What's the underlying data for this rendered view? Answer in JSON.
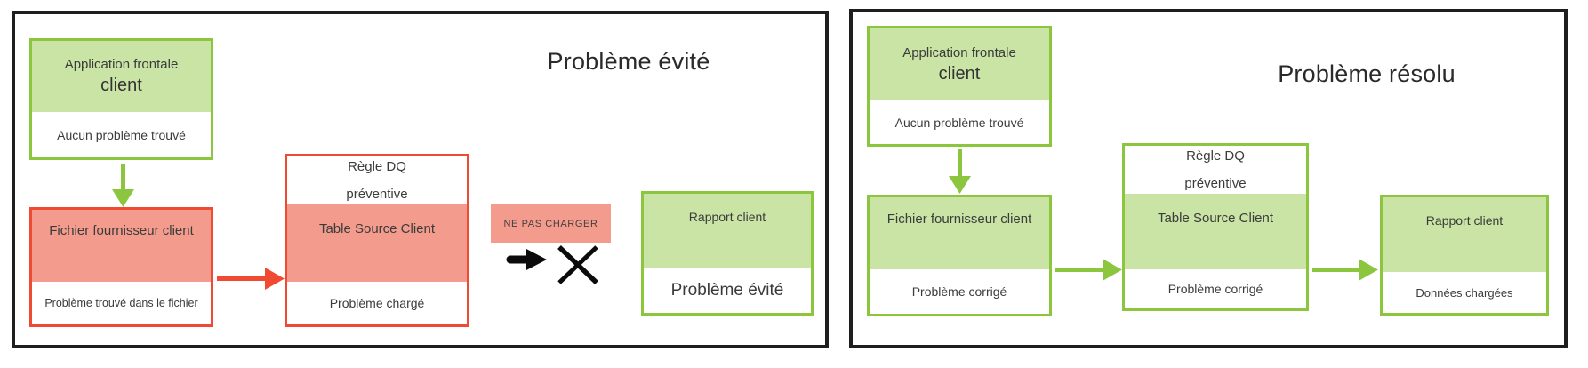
{
  "left": {
    "title": "Problème évité",
    "app_box": {
      "subtitle": "Application frontale",
      "name": "client",
      "status": "Aucun problème trouvé"
    },
    "file_box": {
      "label": "Fichier fournisseur client",
      "status": "Problème trouvé dans le fichier"
    },
    "rule_box": {
      "rule_line1": "Règle DQ",
      "rule_line2": "préventive",
      "label": "Table Source Client",
      "status": "Problème chargé"
    },
    "no_load_badge": "NE PAS CHARGER",
    "report_box": {
      "label": "Rapport client",
      "status": "Problème évité"
    }
  },
  "right": {
    "title": "Problème résolu",
    "app_box": {
      "subtitle": "Application frontale",
      "name": "client",
      "status": "Aucun problème trouvé"
    },
    "file_box": {
      "label": "Fichier fournisseur client",
      "status": "Problème corrigé"
    },
    "rule_box": {
      "rule_line1": "Règle DQ",
      "rule_line2": "préventive",
      "label": "Table Source Client",
      "status": "Problème corrigé"
    },
    "report_box": {
      "label": "Rapport client",
      "status": "Données chargées"
    }
  },
  "colors": {
    "green_border": "#8CC63F",
    "green_fill": "#C9E4A5",
    "red_border": "#F04A32",
    "red_fill": "#F39C8D",
    "panel_border": "#1E1E1E",
    "text": "#3B3B3B"
  }
}
